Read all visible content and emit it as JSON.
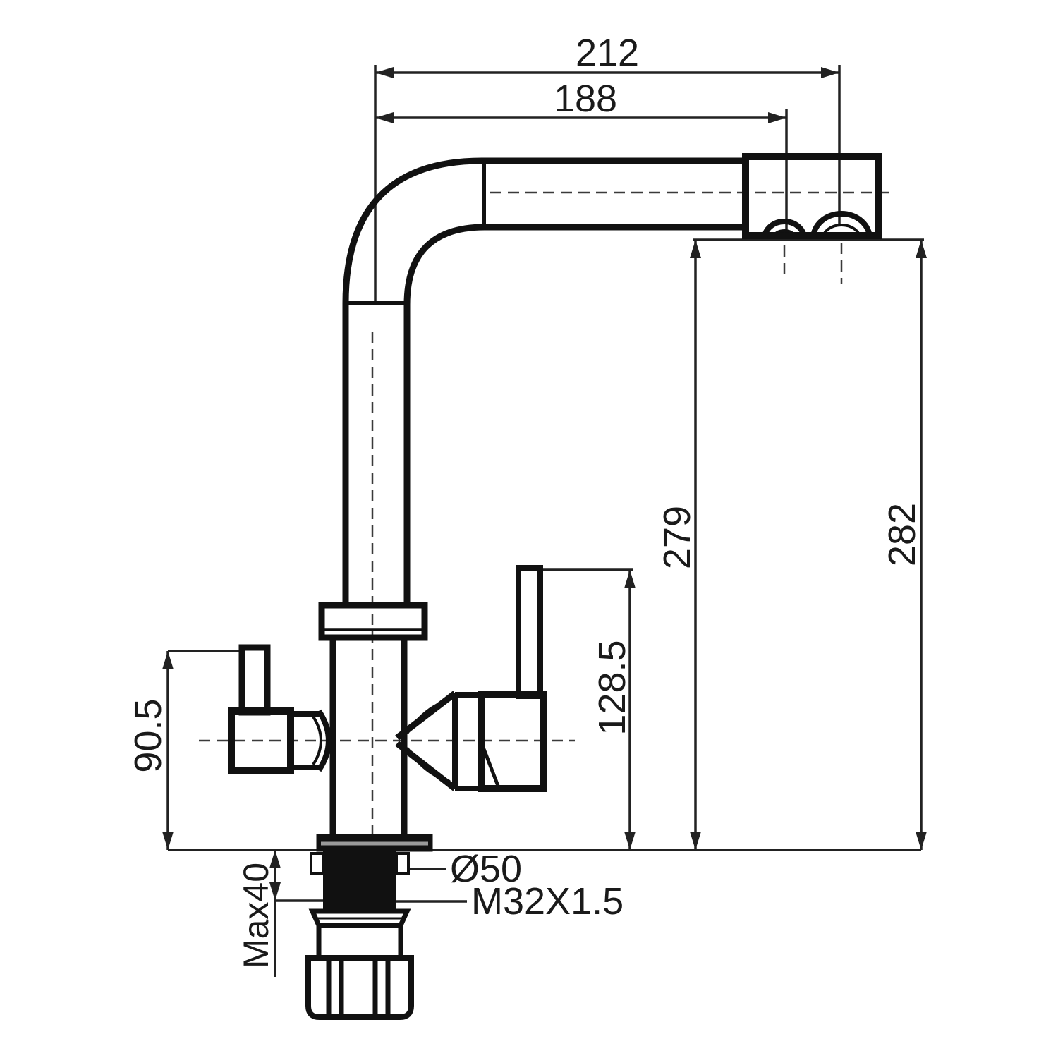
{
  "drawing": {
    "labels": {
      "spout_reach_outer": "212",
      "spout_reach_inner": "188",
      "height_underside_spout": "279",
      "height_overall": "282",
      "handle_top_height": "128.5",
      "side_lever_height": "90.5",
      "max_deck_thickness": "Max40",
      "base_diameter": "Ø50",
      "thread_spec": "M32X1.5"
    },
    "colors": {
      "line": "#111111",
      "dimension": "#222222",
      "background": "#ffffff"
    }
  }
}
